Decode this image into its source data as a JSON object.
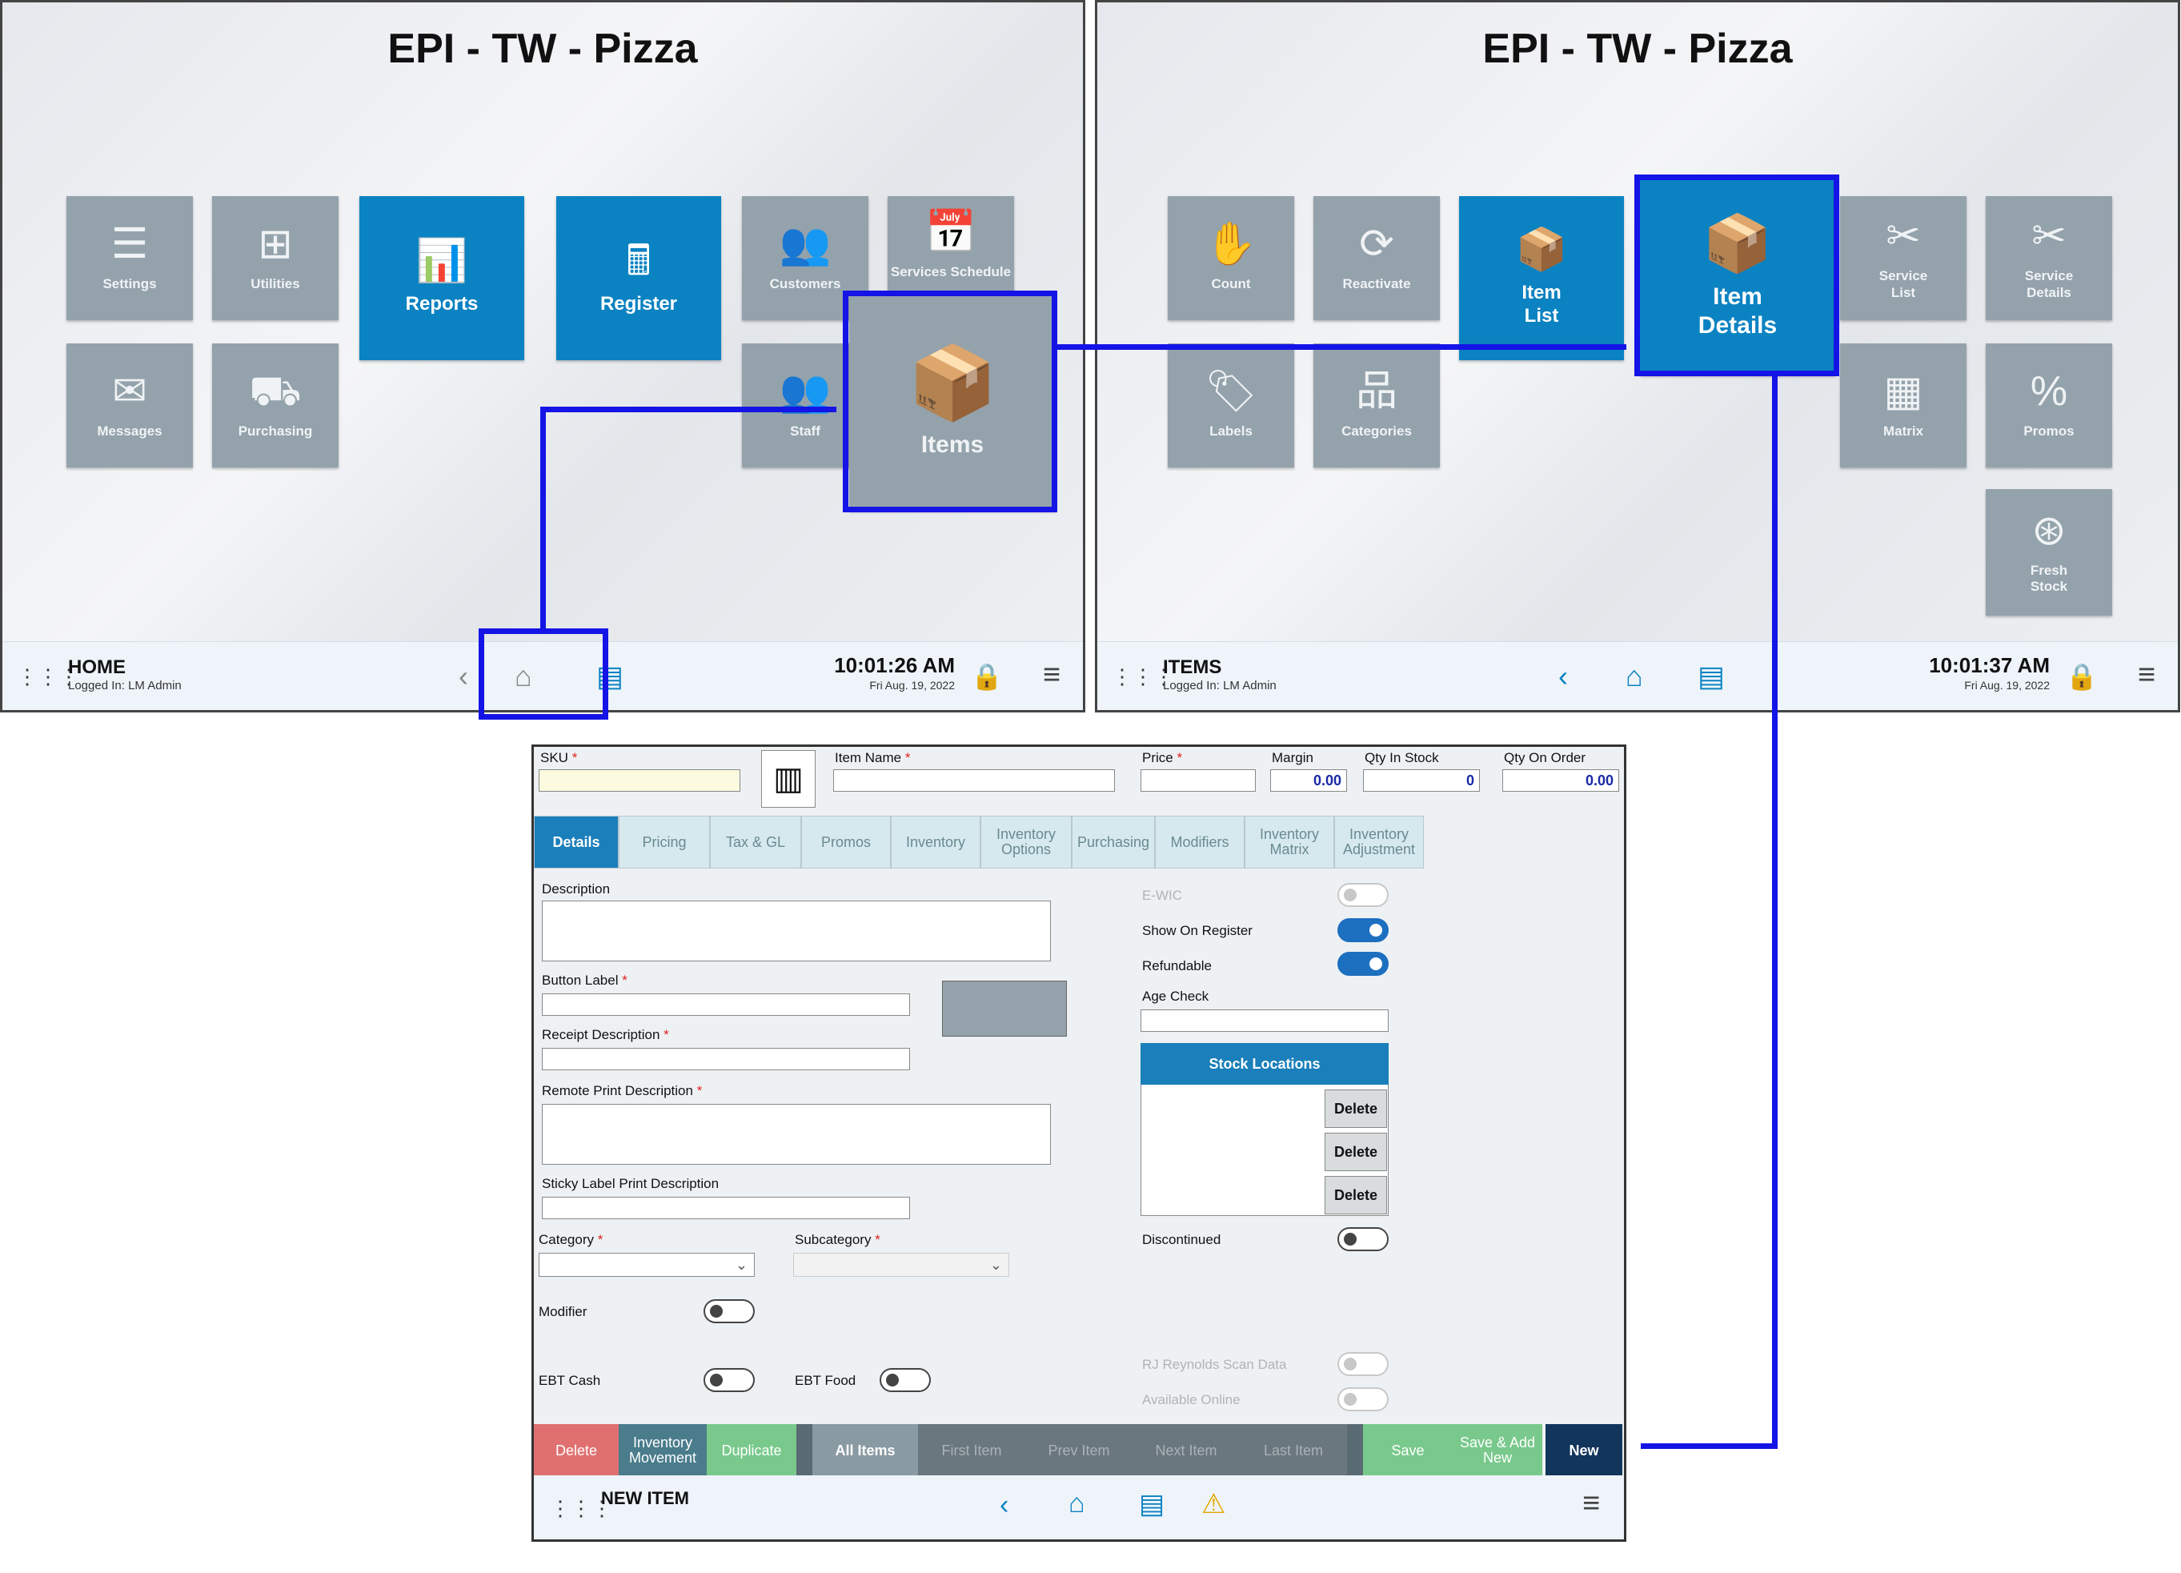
{
  "home_panel": {
    "title": "EPI - TW - Pizza",
    "tiles": [
      {
        "label": "Settings",
        "icon": "sliders-icon"
      },
      {
        "label": "Utilities",
        "icon": "grid-plus-icon"
      },
      {
        "label": "Reports",
        "icon": "report-icon"
      },
      {
        "label": "Register",
        "icon": "register-icon"
      },
      {
        "label": "Customers",
        "icon": "customers-icon"
      },
      {
        "label": "Services Schedule",
        "icon": "calendar-icon"
      },
      {
        "label": "Messages",
        "icon": "envelope-icon"
      },
      {
        "label": "Purchasing",
        "icon": "purchasing-icon"
      },
      {
        "label": "Staff",
        "icon": "staff-icon"
      },
      {
        "label": "Items",
        "icon": "box-icon"
      }
    ],
    "bar": {
      "title": "HOME",
      "subtitle": "Logged In: LM Admin",
      "time": "10:01:26 AM",
      "date": "Fri Aug. 19, 2022"
    }
  },
  "items_panel": {
    "title": "EPI - TW - Pizza",
    "tiles": [
      {
        "label": "Count",
        "icon": "count-icon"
      },
      {
        "label": "Reactivate",
        "icon": "refresh-icon"
      },
      {
        "label": "Item List",
        "icon": "item-list-icon"
      },
      {
        "label": "Item Details",
        "icon": "item-details-icon"
      },
      {
        "label": "Service List",
        "icon": "tools-icon"
      },
      {
        "label": "Service Details",
        "icon": "tools-icon"
      },
      {
        "label": "Labels",
        "icon": "label-icon"
      },
      {
        "label": "Categories",
        "icon": "hierarchy-icon"
      },
      {
        "label": "Matrix",
        "icon": "matrix-icon"
      },
      {
        "label": "Promos",
        "icon": "percent-icon"
      },
      {
        "label": "Fresh Stock",
        "icon": "fresh-icon"
      }
    ],
    "bar": {
      "title": "ITEMS",
      "subtitle": "Logged In: LM Admin",
      "time": "10:01:37 AM",
      "date": "Fri Aug. 19, 2022"
    }
  },
  "form": {
    "header": {
      "sku_label": "SKU",
      "item_name_label": "Item Name",
      "price_label": "Price",
      "margin_label": "Margin",
      "margin_value": "0.00",
      "qty_stock_label": "Qty In Stock",
      "qty_stock_value": "0",
      "qty_order_label": "Qty On Order",
      "qty_order_value": "0.00",
      "required_mark": "*"
    },
    "tabs": [
      "Details",
      "Pricing",
      "Tax & GL",
      "Promos",
      "Inventory",
      "Inventory Options",
      "Purchasing",
      "Modifiers",
      "Inventory Matrix",
      "Inventory Adjustment"
    ],
    "left": {
      "description": "Description",
      "button_label": "Button Label",
      "receipt_description": "Receipt Description",
      "remote_print_description": "Remote Print Description",
      "sticky_label": "Sticky Label Print Description",
      "category": "Category",
      "subcategory": "Subcategory",
      "modifier": "Modifier",
      "ebt_cash": "EBT Cash",
      "ebt_food": "EBT Food"
    },
    "right": {
      "ewic": "E-WIC",
      "show_on_register": "Show On Register",
      "refundable": "Refundable",
      "age_check": "Age Check",
      "stock_locations": "Stock Locations",
      "delete": "Delete",
      "discontinued": "Discontinued",
      "rj_reynolds": "RJ Reynolds Scan Data",
      "available_online": "Available Online"
    },
    "actions": [
      "Delete",
      "Inventory Movement",
      "Duplicate",
      "All Items",
      "First Item",
      "Prev Item",
      "Next Item",
      "Last Item",
      "Save",
      "Save & Add New",
      "New"
    ],
    "bar": {
      "title": "NEW ITEM"
    }
  },
  "colors": {
    "accent": "#0b82c2",
    "highlight": "#1414e6",
    "tile": "#94a2ab",
    "delete": "#e07070",
    "save": "#79c98c"
  }
}
